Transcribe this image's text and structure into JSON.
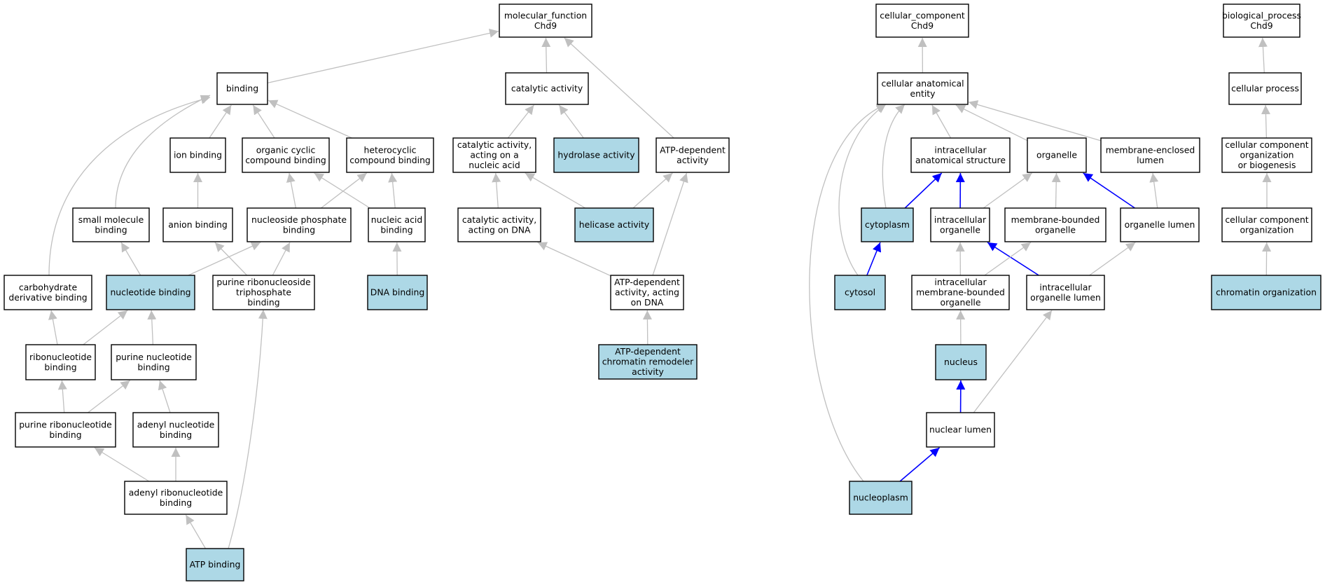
{
  "colors": {
    "highlight_fill": "#add8e6",
    "plain_fill": "#ffffff",
    "edge_gray": "#c0c0c0",
    "edge_blue": "#0000ff",
    "border": "#000000"
  },
  "nodes": {
    "mf_root": {
      "lines": [
        "molecular_function",
        "Chd9"
      ],
      "highlighted": false
    },
    "binding": {
      "lines": [
        "binding"
      ],
      "highlighted": false
    },
    "catalytic_activity": {
      "lines": [
        "catalytic activity"
      ],
      "highlighted": false
    },
    "ion_binding": {
      "lines": [
        "ion binding"
      ],
      "highlighted": false
    },
    "organic_cyclic": {
      "lines": [
        "organic cyclic",
        "compound binding"
      ],
      "highlighted": false
    },
    "heterocyclic": {
      "lines": [
        "heterocyclic",
        "compound binding"
      ],
      "highlighted": false
    },
    "cat_nucleic_acid": {
      "lines": [
        "catalytic activity,",
        "acting on a",
        "nucleic acid"
      ],
      "highlighted": false
    },
    "hydrolase": {
      "lines": [
        "hydrolase activity"
      ],
      "highlighted": true
    },
    "atp_dependent": {
      "lines": [
        "ATP-dependent",
        "activity"
      ],
      "highlighted": false
    },
    "small_molecule": {
      "lines": [
        "small molecule",
        "binding"
      ],
      "highlighted": false
    },
    "anion_binding": {
      "lines": [
        "anion binding"
      ],
      "highlighted": false
    },
    "nucleoside_phosphate": {
      "lines": [
        "nucleoside phosphate",
        "binding"
      ],
      "highlighted": false
    },
    "nucleic_acid_binding": {
      "lines": [
        "nucleic acid",
        "binding"
      ],
      "highlighted": false
    },
    "cat_dna": {
      "lines": [
        "catalytic activity,",
        "acting on DNA"
      ],
      "highlighted": false
    },
    "helicase": {
      "lines": [
        "helicase activity"
      ],
      "highlighted": true
    },
    "carbohydrate": {
      "lines": [
        "carbohydrate",
        "derivative binding"
      ],
      "highlighted": false
    },
    "nucleotide_binding": {
      "lines": [
        "nucleotide binding"
      ],
      "highlighted": true
    },
    "purine_ribonucleoside_tp": {
      "lines": [
        "purine ribonucleoside",
        "triphosphate",
        "binding"
      ],
      "highlighted": false
    },
    "dna_binding": {
      "lines": [
        "DNA binding"
      ],
      "highlighted": true
    },
    "atp_dep_dna": {
      "lines": [
        "ATP-dependent",
        "activity, acting",
        "on DNA"
      ],
      "highlighted": false
    },
    "ribonucleotide": {
      "lines": [
        "ribonucleotide",
        "binding"
      ],
      "highlighted": false
    },
    "purine_nucleotide": {
      "lines": [
        "purine nucleotide",
        "binding"
      ],
      "highlighted": false
    },
    "atp_chromatin": {
      "lines": [
        "ATP-dependent",
        "chromatin remodeler",
        "activity"
      ],
      "highlighted": true
    },
    "purine_ribonucleotide": {
      "lines": [
        "purine ribonucleotide",
        "binding"
      ],
      "highlighted": false
    },
    "adenyl_nucleotide": {
      "lines": [
        "adenyl nucleotide",
        "binding"
      ],
      "highlighted": false
    },
    "adenyl_ribonucleotide": {
      "lines": [
        "adenyl ribonucleotide",
        "binding"
      ],
      "highlighted": false
    },
    "atp_binding": {
      "lines": [
        "ATP binding"
      ],
      "highlighted": true
    },
    "cc_root": {
      "lines": [
        "cellular_component",
        "Chd9"
      ],
      "highlighted": false
    },
    "cellular_anatomical": {
      "lines": [
        "cellular anatomical",
        "entity"
      ],
      "highlighted": false
    },
    "intracellular_anatomical": {
      "lines": [
        "intracellular",
        "anatomical structure"
      ],
      "highlighted": false
    },
    "organelle": {
      "lines": [
        "organelle"
      ],
      "highlighted": false
    },
    "membrane_enclosed_lumen": {
      "lines": [
        "membrane-enclosed",
        "lumen"
      ],
      "highlighted": false
    },
    "cytoplasm": {
      "lines": [
        "cytoplasm"
      ],
      "highlighted": true
    },
    "intracellular_organelle": {
      "lines": [
        "intracellular",
        "organelle"
      ],
      "highlighted": false
    },
    "membrane_bounded_organelle": {
      "lines": [
        "membrane-bounded",
        "organelle"
      ],
      "highlighted": false
    },
    "organelle_lumen": {
      "lines": [
        "organelle lumen"
      ],
      "highlighted": false
    },
    "cytosol": {
      "lines": [
        "cytosol"
      ],
      "highlighted": true
    },
    "intracellular_mb_organelle": {
      "lines": [
        "intracellular",
        "membrane-bounded",
        "organelle"
      ],
      "highlighted": false
    },
    "intracellular_organelle_lumen": {
      "lines": [
        "intracellular",
        "organelle lumen"
      ],
      "highlighted": false
    },
    "nucleus": {
      "lines": [
        "nucleus"
      ],
      "highlighted": true
    },
    "nuclear_lumen": {
      "lines": [
        "nuclear lumen"
      ],
      "highlighted": false
    },
    "nucleoplasm": {
      "lines": [
        "nucleoplasm"
      ],
      "highlighted": true
    },
    "bp_root": {
      "lines": [
        "biological_process",
        "Chd9"
      ],
      "highlighted": false
    },
    "cellular_process": {
      "lines": [
        "cellular process"
      ],
      "highlighted": false
    },
    "ccob": {
      "lines": [
        "cellular component",
        "organization",
        "or biogenesis"
      ],
      "highlighted": false
    },
    "cco": {
      "lines": [
        "cellular component",
        "organization"
      ],
      "highlighted": false
    },
    "chromatin_org": {
      "lines": [
        "chromatin organization"
      ],
      "highlighted": true
    }
  },
  "edges": [
    {
      "from": "binding",
      "to": "mf_root",
      "color": "gray"
    },
    {
      "from": "catalytic_activity",
      "to": "mf_root",
      "color": "gray"
    },
    {
      "from": "atp_dependent",
      "to": "mf_root",
      "color": "gray"
    },
    {
      "from": "ion_binding",
      "to": "binding",
      "color": "gray"
    },
    {
      "from": "organic_cyclic",
      "to": "binding",
      "color": "gray"
    },
    {
      "from": "heterocyclic",
      "to": "binding",
      "color": "gray"
    },
    {
      "from": "small_molecule",
      "to": "binding",
      "color": "gray"
    },
    {
      "from": "carbohydrate",
      "to": "binding",
      "color": "gray"
    },
    {
      "from": "cat_nucleic_acid",
      "to": "catalytic_activity",
      "color": "gray"
    },
    {
      "from": "hydrolase",
      "to": "catalytic_activity",
      "color": "gray"
    },
    {
      "from": "anion_binding",
      "to": "ion_binding",
      "color": "gray"
    },
    {
      "from": "nucleoside_phosphate",
      "to": "organic_cyclic",
      "color": "gray"
    },
    {
      "from": "nucleic_acid_binding",
      "to": "organic_cyclic",
      "color": "gray"
    },
    {
      "from": "nucleoside_phosphate",
      "to": "heterocyclic",
      "color": "gray"
    },
    {
      "from": "nucleic_acid_binding",
      "to": "heterocyclic",
      "color": "gray"
    },
    {
      "from": "cat_dna",
      "to": "cat_nucleic_acid",
      "color": "gray"
    },
    {
      "from": "helicase",
      "to": "cat_nucleic_acid",
      "color": "gray"
    },
    {
      "from": "helicase",
      "to": "atp_dependent",
      "color": "gray"
    },
    {
      "from": "atp_dep_dna",
      "to": "atp_dependent",
      "color": "gray"
    },
    {
      "from": "nucleotide_binding",
      "to": "small_molecule",
      "color": "gray"
    },
    {
      "from": "purine_ribonucleoside_tp",
      "to": "anion_binding",
      "color": "gray"
    },
    {
      "from": "nucleotide_binding",
      "to": "nucleoside_phosphate",
      "color": "gray"
    },
    {
      "from": "purine_ribonucleoside_tp",
      "to": "nucleoside_phosphate",
      "color": "gray"
    },
    {
      "from": "dna_binding",
      "to": "nucleic_acid_binding",
      "color": "gray"
    },
    {
      "from": "atp_dep_dna",
      "to": "cat_dna",
      "color": "gray"
    },
    {
      "from": "atp_chromatin",
      "to": "atp_dep_dna",
      "color": "gray"
    },
    {
      "from": "ribonucleotide",
      "to": "carbohydrate",
      "color": "gray"
    },
    {
      "from": "ribonucleotide",
      "to": "nucleotide_binding",
      "color": "gray"
    },
    {
      "from": "purine_nucleotide",
      "to": "nucleotide_binding",
      "color": "gray"
    },
    {
      "from": "purine_ribonucleotide",
      "to": "ribonucleotide",
      "color": "gray"
    },
    {
      "from": "purine_ribonucleotide",
      "to": "purine_nucleotide",
      "color": "gray"
    },
    {
      "from": "adenyl_nucleotide",
      "to": "purine_nucleotide",
      "color": "gray"
    },
    {
      "from": "adenyl_ribonucleotide",
      "to": "purine_ribonucleotide",
      "color": "gray"
    },
    {
      "from": "adenyl_ribonucleotide",
      "to": "adenyl_nucleotide",
      "color": "gray"
    },
    {
      "from": "atp_binding",
      "to": "adenyl_ribonucleotide",
      "color": "gray"
    },
    {
      "from": "atp_binding",
      "to": "purine_ribonucleoside_tp",
      "color": "gray"
    },
    {
      "from": "cellular_anatomical",
      "to": "cc_root",
      "color": "gray"
    },
    {
      "from": "intracellular_anatomical",
      "to": "cellular_anatomical",
      "color": "gray"
    },
    {
      "from": "organelle",
      "to": "cellular_anatomical",
      "color": "gray"
    },
    {
      "from": "membrane_enclosed_lumen",
      "to": "cellular_anatomical",
      "color": "gray"
    },
    {
      "from": "cytoplasm",
      "to": "cellular_anatomical",
      "color": "gray"
    },
    {
      "from": "cytosol",
      "to": "cellular_anatomical",
      "color": "gray"
    },
    {
      "from": "nucleoplasm",
      "to": "cellular_anatomical",
      "color": "gray"
    },
    {
      "from": "cytoplasm",
      "to": "intracellular_anatomical",
      "color": "blue"
    },
    {
      "from": "intracellular_organelle",
      "to": "intracellular_anatomical",
      "color": "blue"
    },
    {
      "from": "intracellular_organelle",
      "to": "organelle",
      "color": "gray"
    },
    {
      "from": "membrane_bounded_organelle",
      "to": "organelle",
      "color": "gray"
    },
    {
      "from": "organelle_lumen",
      "to": "organelle",
      "color": "blue"
    },
    {
      "from": "organelle_lumen",
      "to": "membrane_enclosed_lumen",
      "color": "gray"
    },
    {
      "from": "cytosol",
      "to": "cytoplasm",
      "color": "blue"
    },
    {
      "from": "intracellular_mb_organelle",
      "to": "intracellular_organelle",
      "color": "gray"
    },
    {
      "from": "intracellular_organelle_lumen",
      "to": "intracellular_organelle",
      "color": "blue"
    },
    {
      "from": "intracellular_mb_organelle",
      "to": "membrane_bounded_organelle",
      "color": "gray"
    },
    {
      "from": "intracellular_organelle_lumen",
      "to": "organelle_lumen",
      "color": "gray"
    },
    {
      "from": "nucleus",
      "to": "intracellular_mb_organelle",
      "color": "gray"
    },
    {
      "from": "nuclear_lumen",
      "to": "intracellular_organelle_lumen",
      "color": "gray"
    },
    {
      "from": "nuclear_lumen",
      "to": "nucleus",
      "color": "blue"
    },
    {
      "from": "nucleoplasm",
      "to": "nuclear_lumen",
      "color": "blue"
    },
    {
      "from": "cellular_process",
      "to": "bp_root",
      "color": "gray"
    },
    {
      "from": "ccob",
      "to": "cellular_process",
      "color": "gray"
    },
    {
      "from": "cco",
      "to": "ccob",
      "color": "gray"
    },
    {
      "from": "chromatin_org",
      "to": "cco",
      "color": "gray"
    }
  ]
}
